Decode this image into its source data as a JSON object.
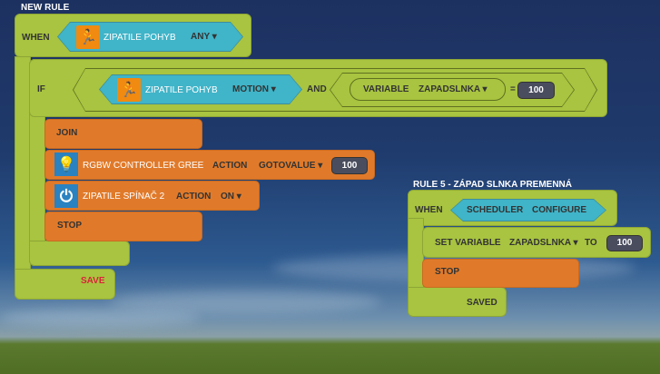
{
  "rule1": {
    "title": "NEW RULE",
    "when_label": "WHEN",
    "trigger_device": "ZIPATILE POHYB",
    "trigger_option": "ANY",
    "if_label": "IF",
    "cond_device": "ZIPATILE POHYB",
    "cond_option": "MOTION",
    "and_label": "AND",
    "var_label": "VARIABLE",
    "var_name": "ZAPADSLNKA",
    "eq": "=",
    "var_value": "100",
    "actions": [
      {
        "label": "JOIN"
      },
      {
        "device": "RGBW CONTROLLER GREE",
        "action_label": "ACTION",
        "option": "GOTOVALUE",
        "value": "100"
      },
      {
        "device": "ZIPATILE SPÍNAČ 2",
        "action_label": "ACTION",
        "option": "ON"
      },
      {
        "label": "STOP"
      }
    ],
    "save_label": "SAVE"
  },
  "rule2": {
    "title": "RULE 5 - ZÁPAD SLNKA PREMENNÁ",
    "when_label": "WHEN",
    "trigger": "SCHEDULER",
    "trigger_option": "CONFIGURE",
    "set_label": "SET VARIABLE",
    "var_name": "ZAPADSLNKA",
    "to_label": "TO",
    "value": "100",
    "stop_label": "STOP",
    "saved_label": "SAVED"
  },
  "colors": {
    "green": "#a8c440",
    "orange": "#e07a2a",
    "teal": "#40b4c8",
    "save_red": "#d8243a"
  }
}
